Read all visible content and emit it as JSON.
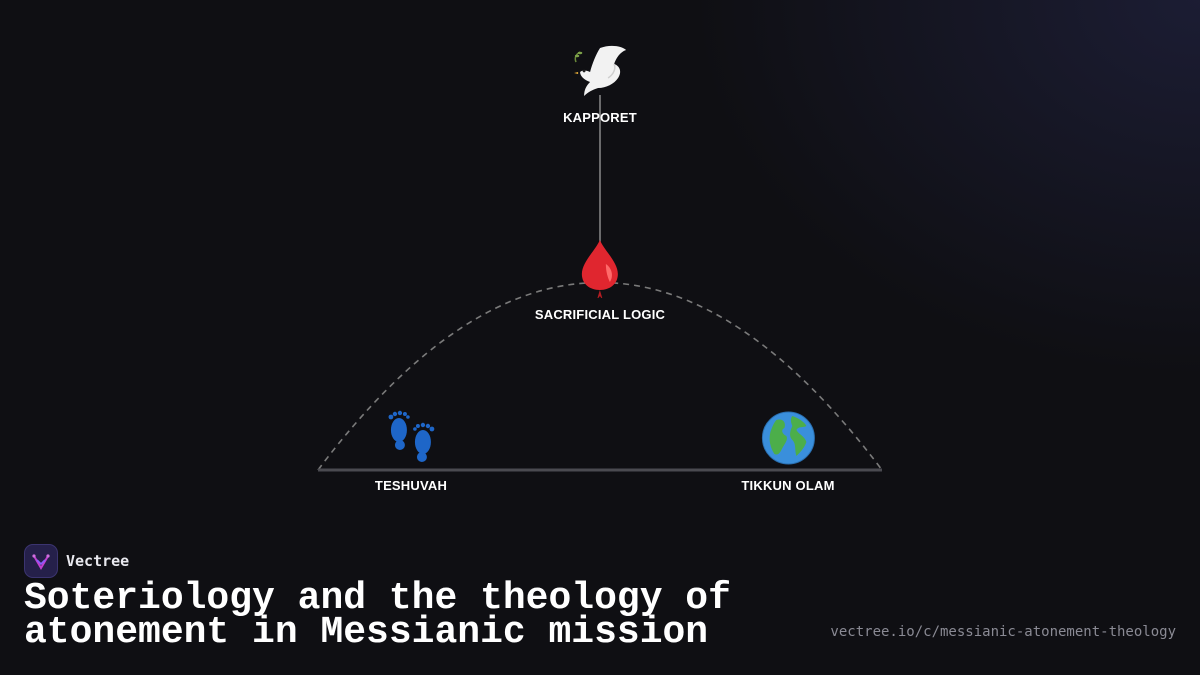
{
  "diagram": {
    "nodes": [
      {
        "id": "kapporet",
        "label": "KAPPORET",
        "icon": "dove-icon"
      },
      {
        "id": "sacrificial",
        "label": "SACRIFICIAL LOGIC",
        "icon": "blood-drop-icon"
      },
      {
        "id": "teshuvah",
        "label": "TESHUVAH",
        "icon": "footprints-icon"
      },
      {
        "id": "tikkun",
        "label": "TIKKUN OLAM",
        "icon": "globe-icon"
      }
    ],
    "edges": [
      {
        "from": "kapporet",
        "to": "sacrificial",
        "style": "solid"
      },
      {
        "from": "teshuvah",
        "to": "tikkun",
        "style": "solid"
      },
      {
        "from": "teshuvah",
        "to": "tikkun",
        "style": "dashed-arc"
      }
    ],
    "colors": {
      "line": "#8a8a8a",
      "arc": "#7a7a7a",
      "blood": "#e0262f",
      "globe_ocean": "#3a8fdc",
      "globe_land": "#4cae4a",
      "footprints": "#1e66c8"
    }
  },
  "brand": {
    "name": "Vectree",
    "icon": "vectree-logo-icon"
  },
  "footer": {
    "title": "Soteriology and the theology of atonement in Messianic mission",
    "url": "vectree.io/c/messianic-atonement-theology"
  }
}
